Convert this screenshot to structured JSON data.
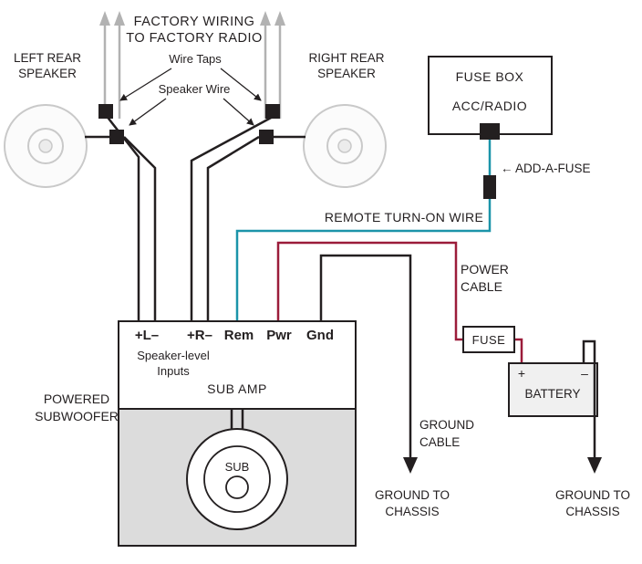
{
  "colors": {
    "black": "#231f20",
    "teal": "#1b94a9",
    "maroon": "#9b1c3a",
    "gray": "#b2b2b2"
  },
  "factory": {
    "line1": "FACTORY WIRING",
    "line2": "TO FACTORY RADIO"
  },
  "speakers": {
    "left": {
      "line1": "LEFT REAR",
      "line2": "SPEAKER"
    },
    "right": {
      "line1": "RIGHT REAR",
      "line2": "SPEAKER"
    }
  },
  "callouts": {
    "wire_taps": "Wire Taps",
    "speaker_wire": "Speaker Wire",
    "arrow_left": "←",
    "add_a_fuse": "ADD-A-FUSE"
  },
  "fuse_box": {
    "title": "FUSE BOX",
    "slot": "ACC/RADIO"
  },
  "wires": {
    "remote_label": "REMOTE TURN-ON WIRE",
    "power_line1": "POWER",
    "power_line2": "CABLE",
    "ground_line1": "GROUND",
    "ground_line2": "CABLE"
  },
  "inline_fuse": {
    "label": "FUSE"
  },
  "battery": {
    "label": "BATTERY",
    "plus": "+",
    "minus": "–"
  },
  "amp": {
    "terminal_l": "+L–",
    "terminal_r": "+R–",
    "terminal_rem": "Rem",
    "terminal_pwr": "Pwr",
    "terminal_gnd": "Gnd",
    "inputs_line1": "Speaker-level",
    "inputs_line2": "Inputs",
    "title": "SUB AMP",
    "sub_label": "SUB",
    "caption_line1": "POWERED",
    "caption_line2": "SUBWOOFER"
  },
  "ground_left": {
    "line1": "GROUND TO",
    "line2": "CHASSIS"
  },
  "ground_right": {
    "line1": "GROUND TO",
    "line2": "CHASSIS"
  }
}
